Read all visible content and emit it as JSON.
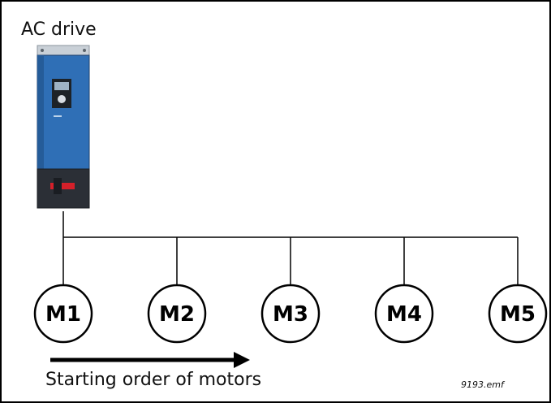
{
  "title": "AC drive",
  "caption": "Starting order of motors",
  "file_reference": "9193.emf",
  "motors": [
    "M1",
    "M2",
    "M3",
    "M4",
    "M5"
  ],
  "colors": {
    "line": "#000000",
    "drive_body": "#2f6fb6",
    "drive_top": "#cfd6dd",
    "drive_bottom": "#2b2f36",
    "drive_switch": "#d4202a"
  }
}
